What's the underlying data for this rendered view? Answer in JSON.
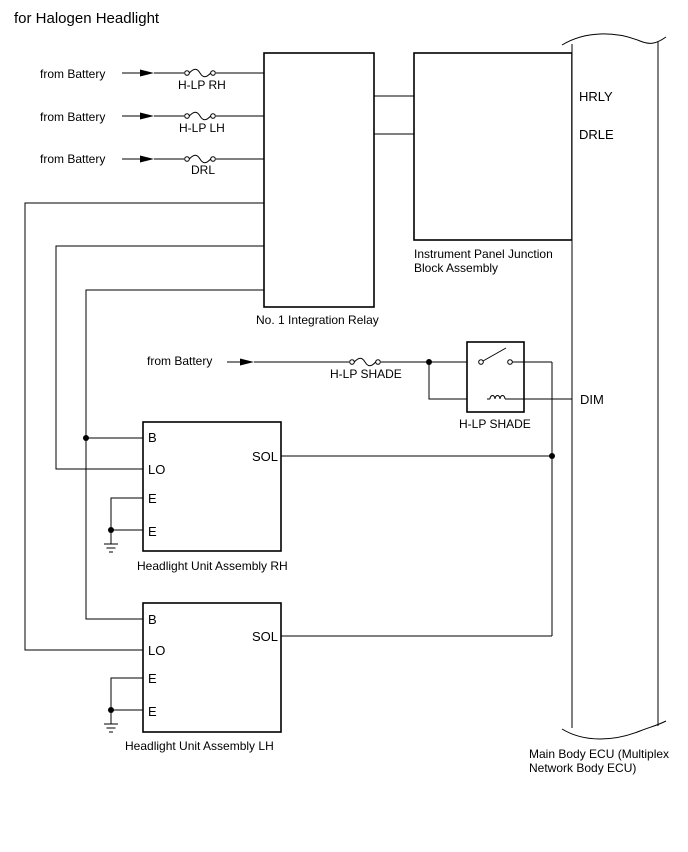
{
  "title": "for Halogen Headlight",
  "battery_inputs": [
    {
      "source": "from Battery",
      "fuse": "H-LP RH"
    },
    {
      "source": "from Battery",
      "fuse": "H-LP LH"
    },
    {
      "source": "from Battery",
      "fuse": "DRL"
    }
  ],
  "integration_relay": {
    "label": "No. 1 Integration Relay"
  },
  "junction_block": {
    "label_line1": "Instrument Panel Junction",
    "label_line2": "Block Assembly"
  },
  "ecu": {
    "label_line1": "Main Body ECU (Multiplex",
    "label_line2": "Network Body ECU)",
    "pins": {
      "hrly": "HRLY",
      "drle": "DRLE",
      "dim": "DIM"
    }
  },
  "shade_circuit": {
    "source": "from Battery",
    "fuse": "H-LP SHADE",
    "relay": "H-LP SHADE"
  },
  "headlight_rh": {
    "label": "Headlight Unit Assembly RH",
    "pins": {
      "b": "B",
      "lo": "LO",
      "e1": "E",
      "e2": "E",
      "sol": "SOL"
    }
  },
  "headlight_lh": {
    "label": "Headlight Unit Assembly LH",
    "pins": {
      "b": "B",
      "lo": "LO",
      "e1": "E",
      "e2": "E",
      "sol": "SOL"
    }
  }
}
